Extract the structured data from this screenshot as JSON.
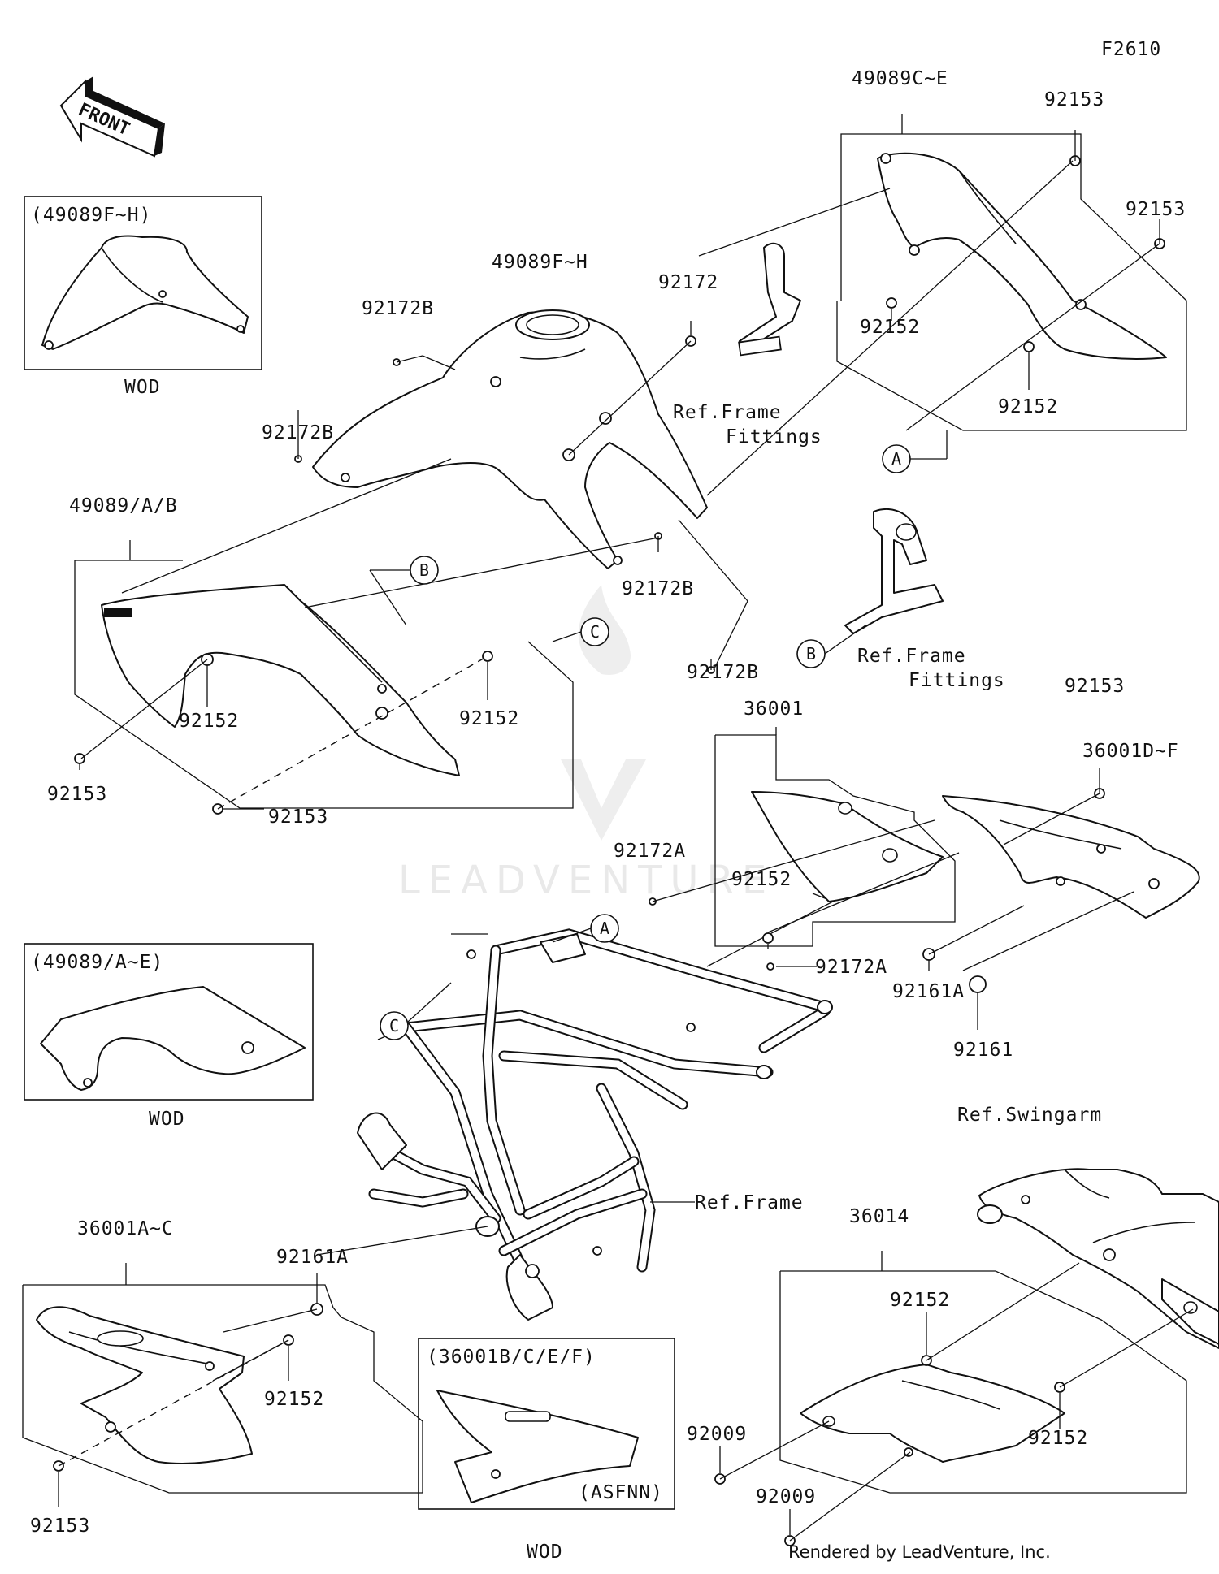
{
  "figure_code": "F2610",
  "front_marker": "FRONT",
  "callouts": {
    "a": "A",
    "b": "B",
    "c": "C"
  },
  "insets": {
    "top_left": {
      "title": "(49089F~H)",
      "caption": "WOD"
    },
    "mid_left": {
      "title": "(49089/A~E)",
      "caption": "WOD"
    },
    "bottom_center": {
      "title": "(36001B/C/E/F)",
      "sub": "(ASFNN)",
      "caption": "WOD"
    }
  },
  "part_labels": {
    "p49089CE": "49089C~E",
    "p49089FH": "49089F~H",
    "p49089AB": "49089/A/B",
    "p36001": "36001",
    "p36001DF": "36001D~F",
    "p36001AC": "36001A~C",
    "p36014": "36014",
    "p92153": "92153",
    "p92152": "92152",
    "p92172": "92172",
    "p92172A": "92172A",
    "p92172B": "92172B",
    "p92161": "92161",
    "p92161A": "92161A",
    "p92009": "92009"
  },
  "references": {
    "frame_fittings_1": "Ref.Frame",
    "frame_fittings_2": "Fittings",
    "frame": "Ref.Frame",
    "swingarm": "Ref.Swingarm"
  },
  "watermark": "LEADVENTURE",
  "credit": "Rendered by LeadVenture, Inc.",
  "colors": {
    "ink": "#111111",
    "background": "#ffffff",
    "watermark": "#e9e9e9"
  }
}
